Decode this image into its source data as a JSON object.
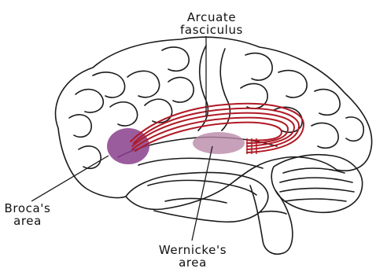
{
  "labels": {
    "arcuate": {
      "line1": "Arcuate",
      "line2": "fasciculus"
    },
    "broca": {
      "line1": "Broca's",
      "line2": "area"
    },
    "wernicke": {
      "line1": "Wernicke's",
      "line2": "area"
    }
  },
  "colors": {
    "outline": "#1a1a1a",
    "broca_fill": "#8a3f8c",
    "wernicke_fill": "#b98aa8",
    "arcuate_stroke": "#b01a26"
  }
}
